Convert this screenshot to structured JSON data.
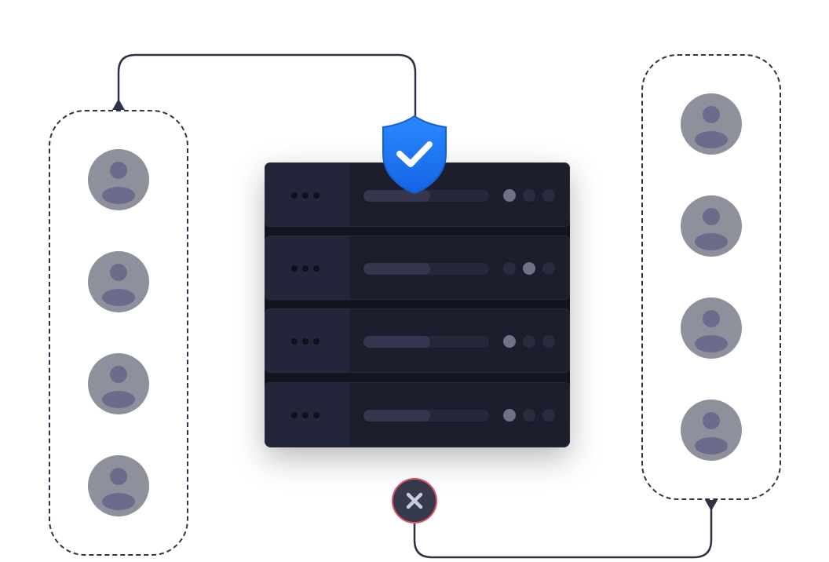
{
  "diagram": {
    "colors": {
      "line": "#2f3145",
      "avatar": "#8e919c",
      "avatar_figure": "#6b6c8c",
      "rack": "#1c1d2d",
      "shield": "#1f7cf5",
      "deny_border": "#e05563",
      "deny_fill": "#353a4c"
    },
    "left_group": {
      "users": 4
    },
    "right_group": {
      "users": 4
    },
    "server_units": [
      {
        "load": 0.53,
        "active_led": 0
      },
      {
        "load": 0.53,
        "active_led": 1
      },
      {
        "load": 0.53,
        "active_led": 0
      },
      {
        "load": 0.53,
        "active_led": 0
      }
    ],
    "icons": {
      "allowed": "shield-check-icon",
      "denied": "close-icon",
      "user": "user-avatar-icon"
    }
  }
}
